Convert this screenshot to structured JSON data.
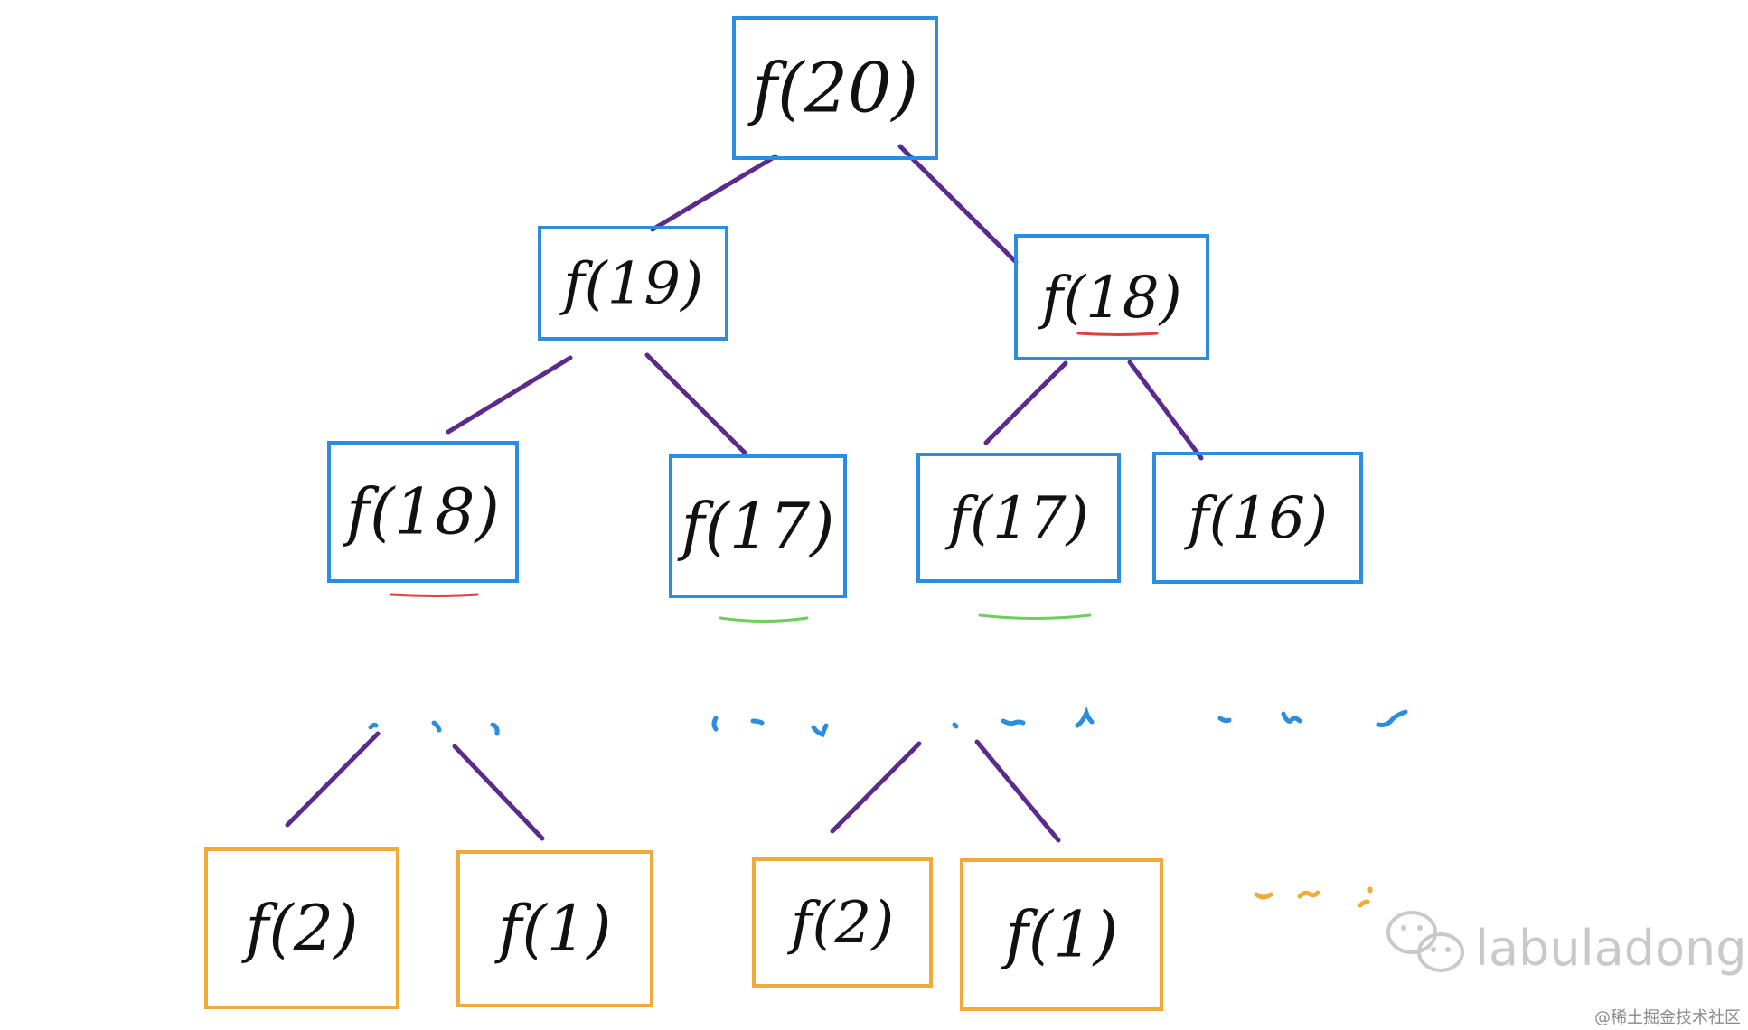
{
  "colors": {
    "background": "#ffffff",
    "box_blue": "#2b8de0",
    "box_orange": "#f2a93b",
    "edge_purple": "#5a2a8c",
    "dots_blue": "#2b8de0",
    "dots_orange": "#f2a93b",
    "underline_red": "#e04040",
    "underline_green": "#6ccf5a",
    "text": "#111111",
    "watermark": "#c9c9c9",
    "credit": "#8a8a8a"
  },
  "nodes": [
    {
      "id": "root",
      "label": "f(20)",
      "color": "blue"
    },
    {
      "id": "n19",
      "label": "f(19)",
      "color": "blue"
    },
    {
      "id": "n18a",
      "label": "f(18)",
      "color": "blue"
    },
    {
      "id": "n18b",
      "label": "f(18)",
      "color": "blue"
    },
    {
      "id": "n17a",
      "label": "f(17)",
      "color": "blue"
    },
    {
      "id": "n17b",
      "label": "f(17)",
      "color": "blue"
    },
    {
      "id": "n16",
      "label": "f(16)",
      "color": "blue"
    },
    {
      "id": "l2a",
      "label": "f(2)",
      "color": "orange"
    },
    {
      "id": "l1a",
      "label": "f(1)",
      "color": "orange"
    },
    {
      "id": "l2b",
      "label": "f(2)",
      "color": "orange"
    },
    {
      "id": "l1b",
      "label": "f(1)",
      "color": "orange"
    }
  ],
  "edges": [
    [
      "root",
      "n19"
    ],
    [
      "root",
      "n18b"
    ],
    [
      "n19",
      "n18a"
    ],
    [
      "n19",
      "n17a"
    ],
    [
      "n18b",
      "n17b"
    ],
    [
      "n18b",
      "n16"
    ]
  ],
  "underlines": [
    {
      "node": "n18b",
      "color": "red"
    },
    {
      "node": "n18a",
      "color": "red"
    },
    {
      "node": "n17a",
      "color": "green"
    },
    {
      "node": "n17b",
      "color": "green"
    }
  ],
  "watermark": {
    "text": "labuladong",
    "icon": "wechat-icon"
  },
  "credit": "@稀土掘金技术社区"
}
